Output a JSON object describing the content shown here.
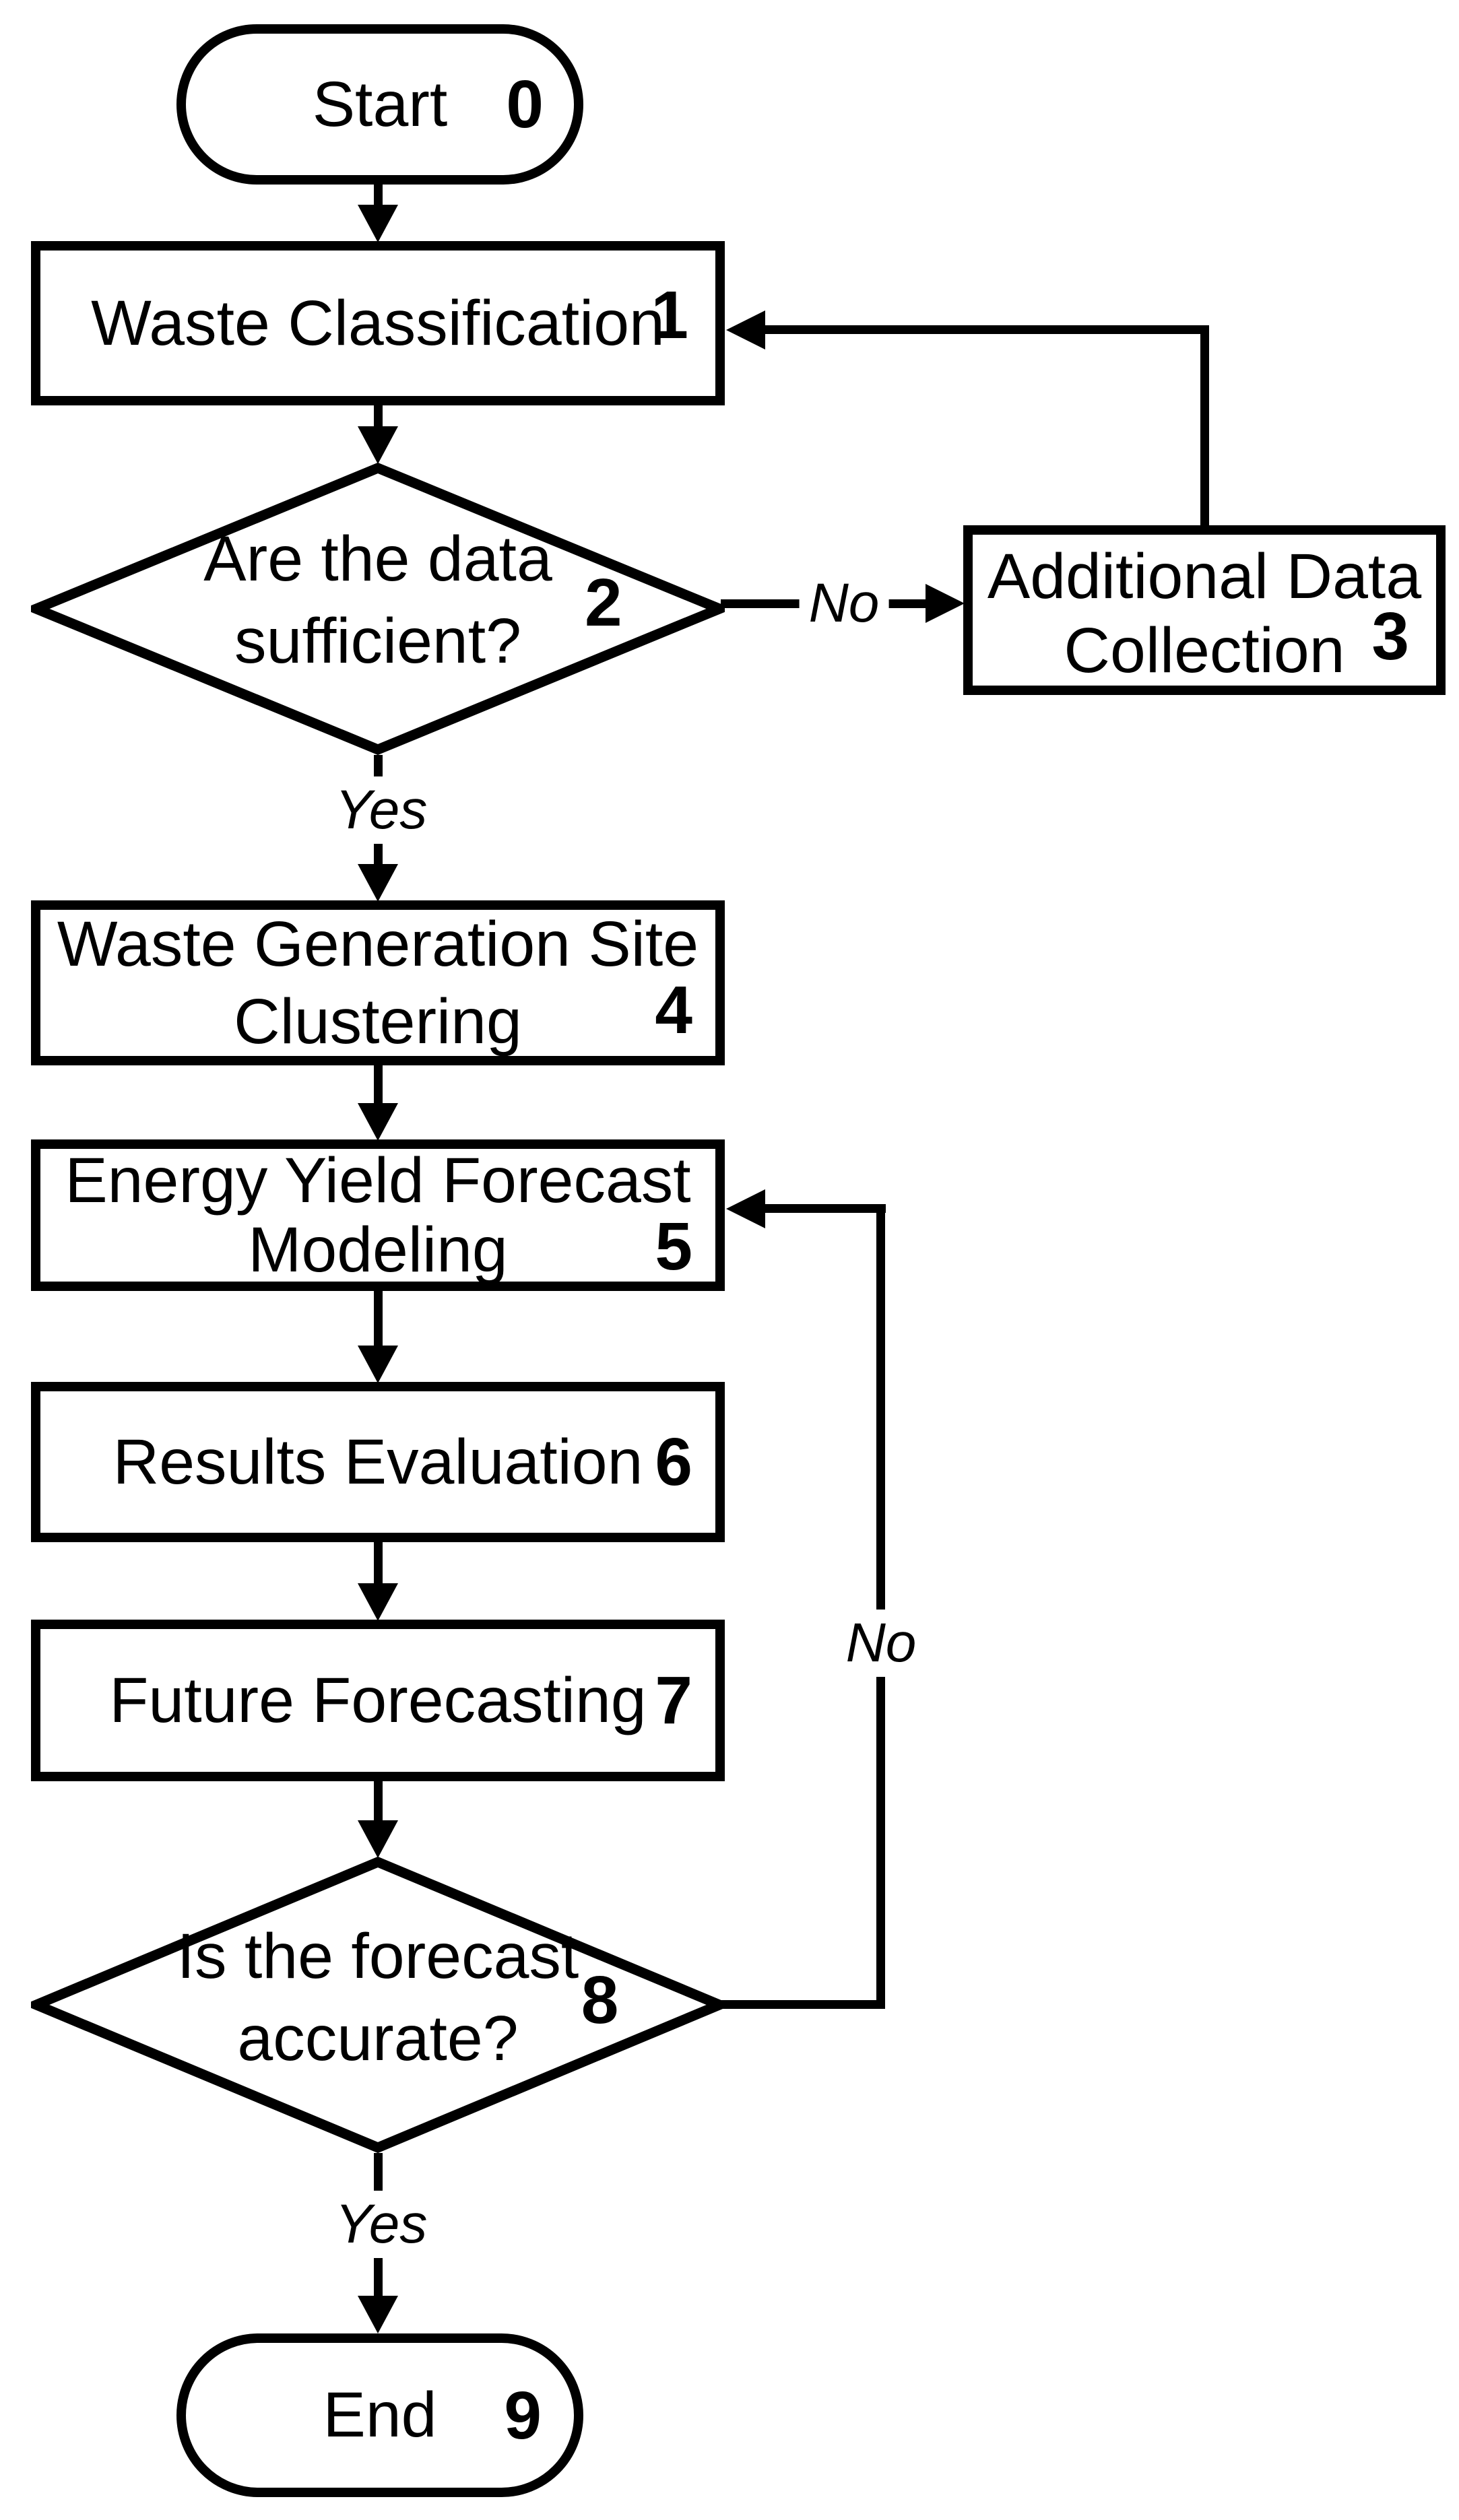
{
  "diagram": {
    "type": "flowchart",
    "background_color": "#ffffff",
    "stroke_color": "#000000",
    "text_color": "#000000",
    "nodes": [
      {
        "id": "0",
        "shape": "terminator",
        "label": "Start",
        "number": "0"
      },
      {
        "id": "1",
        "shape": "process",
        "label": "Waste Classification",
        "number": "1"
      },
      {
        "id": "2",
        "shape": "decision",
        "label": "Are the data sufficient?",
        "lines": [
          "Are the data",
          "sufficient?"
        ],
        "number": "2"
      },
      {
        "id": "3",
        "shape": "process",
        "label": "Additional Data Collection",
        "lines": [
          "Additional Data",
          "Collection"
        ],
        "number": "3"
      },
      {
        "id": "4",
        "shape": "process",
        "label": "Waste Generation Site Clustering",
        "lines": [
          "Waste Generation Site",
          "Clustering"
        ],
        "number": "4"
      },
      {
        "id": "5",
        "shape": "process",
        "label": "Energy Yield Forecast Modeling",
        "lines": [
          "Energy Yield Forecast",
          "Modeling"
        ],
        "number": "5"
      },
      {
        "id": "6",
        "shape": "process",
        "label": "Results Evaluation",
        "number": "6"
      },
      {
        "id": "7",
        "shape": "process",
        "label": "Future Forecasting",
        "number": "7"
      },
      {
        "id": "8",
        "shape": "decision",
        "label": "Is the forecast accurate?",
        "lines": [
          "Is the forecast",
          "accurate?"
        ],
        "number": "8"
      },
      {
        "id": "9",
        "shape": "terminator",
        "label": "End",
        "number": "9"
      }
    ],
    "edges": [
      {
        "from": "0",
        "to": "1",
        "label": ""
      },
      {
        "from": "1",
        "to": "2",
        "label": ""
      },
      {
        "from": "2",
        "to": "3",
        "label": "No"
      },
      {
        "from": "3",
        "to": "1",
        "label": ""
      },
      {
        "from": "2",
        "to": "4",
        "label": "Yes"
      },
      {
        "from": "4",
        "to": "5",
        "label": ""
      },
      {
        "from": "5",
        "to": "6",
        "label": ""
      },
      {
        "from": "6",
        "to": "7",
        "label": ""
      },
      {
        "from": "7",
        "to": "8",
        "label": ""
      },
      {
        "from": "8",
        "to": "5",
        "label": "No"
      },
      {
        "from": "8",
        "to": "9",
        "label": "Yes"
      }
    ]
  }
}
